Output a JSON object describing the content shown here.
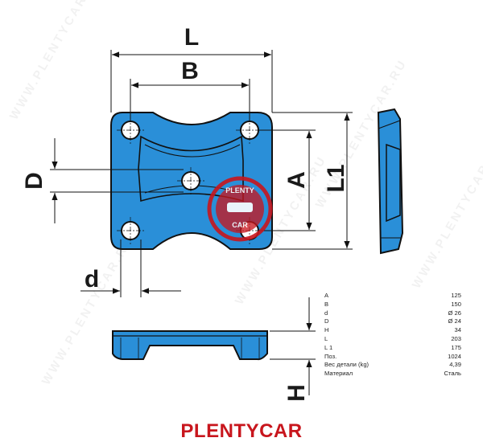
{
  "drawing_labels": {
    "L": "L",
    "B": "B",
    "D": "D",
    "A": "A",
    "L1": "L1",
    "d": "d",
    "H": "H"
  },
  "stamp": {
    "top_text": "PLENTY",
    "bottom_text": "CAR"
  },
  "watermark_text": "WWW.PLENTYCAR.RU",
  "specs": [
    {
      "key": "A",
      "value": "125"
    },
    {
      "key": "B",
      "value": "150"
    },
    {
      "key": "d",
      "value": "Ø 26"
    },
    {
      "key": "D",
      "value": "Ø 24"
    },
    {
      "key": "H",
      "value": "34"
    },
    {
      "key": "L",
      "value": "203"
    },
    {
      "key": "L 1",
      "value": "175"
    },
    {
      "key": "Поз.",
      "value": "1024"
    },
    {
      "key": "Вес детали (kg)",
      "value": "4,39"
    },
    {
      "key": "Материал",
      "value": "Сталь"
    }
  ],
  "brand": "PLENTYCAR",
  "colors": {
    "part_fill": "#2a8fd8",
    "outline": "#111111",
    "brand_red": "#c8161d"
  }
}
